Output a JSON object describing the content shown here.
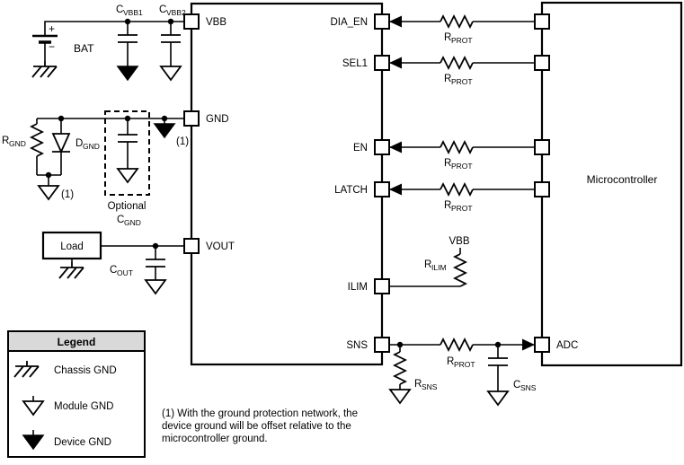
{
  "battery": {
    "plus": "+",
    "minus": "−",
    "label": "BAT"
  },
  "components": {
    "cvbb1": {
      "main": "C",
      "sub": "VBB1"
    },
    "cvbb2": {
      "main": "C",
      "sub": "VBB2"
    },
    "rgnd": {
      "main": "R",
      "sub": "GND"
    },
    "dgnd": {
      "main": "D",
      "sub": "GND"
    },
    "cgnd": {
      "main": "C",
      "sub": "GND"
    },
    "cgnd_optional": "Optional",
    "cout": {
      "main": "C",
      "sub": "OUT"
    },
    "rprot": {
      "main": "R",
      "sub": "PROT"
    },
    "rilim": {
      "main": "R",
      "sub": "ILIM"
    },
    "rsns": {
      "main": "R",
      "sub": "SNS"
    },
    "csns": {
      "main": "C",
      "sub": "SNS"
    },
    "load": "Load",
    "vbb_net": "VBB"
  },
  "device": {
    "pins": {
      "vbb": "VBB",
      "gnd": "GND",
      "vout": "VOUT",
      "dia_en": "DIA_EN",
      "sel1": "SEL1",
      "en": "EN",
      "latch": "LATCH",
      "ilim": "ILIM",
      "sns": "SNS"
    }
  },
  "microcontroller": {
    "label": "Microcontroller",
    "pins": {
      "adc": "ADC"
    }
  },
  "ref_marker": "(1)",
  "legend": {
    "title": "Legend",
    "items": [
      {
        "label": "Chassis GND"
      },
      {
        "label": "Module GND"
      },
      {
        "label": "Device GND"
      }
    ]
  },
  "note": {
    "lines": [
      "(1) With the ground protection network, the",
      "device ground will be offset relative to the",
      "microcontroller ground."
    ]
  },
  "colors": {
    "line": "#000000",
    "legend_header": "#d9d9d9",
    "background": "#ffffff"
  }
}
